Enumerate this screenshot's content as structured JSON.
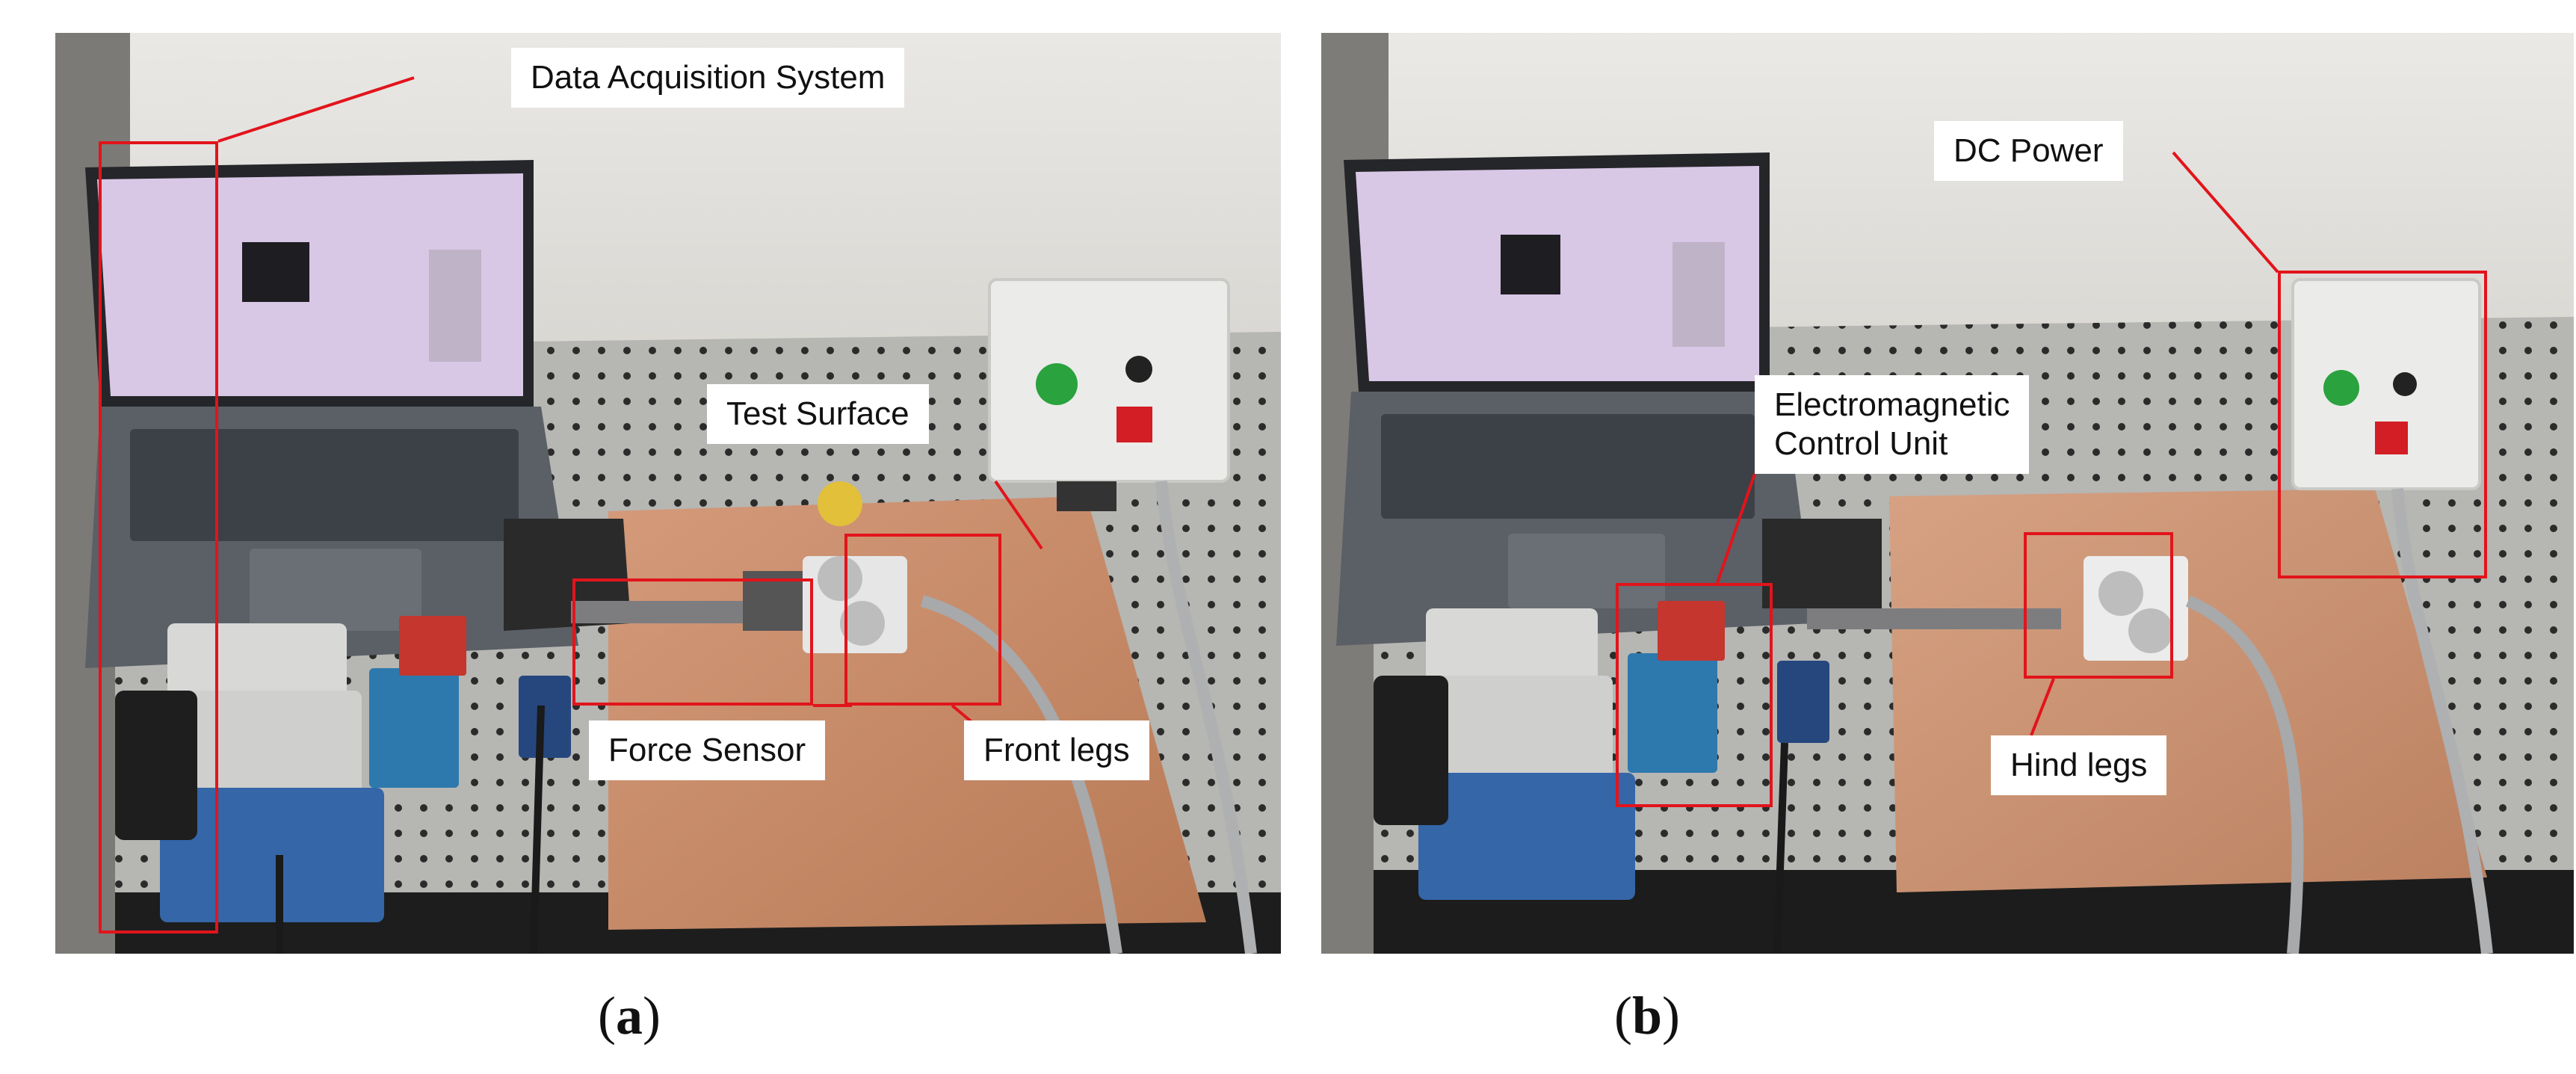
{
  "panels": [
    {
      "id": "a",
      "caption_letter": "a",
      "labels": {
        "data_acquisition": "Data Acquisition System",
        "test_surface": "Test Surface",
        "force_sensor": "Force Sensor",
        "front_legs": "Front legs"
      }
    },
    {
      "id": "b",
      "caption_letter": "b",
      "labels": {
        "dc_power": "DC Power",
        "electromagnetic_line1": "Electromagnetic",
        "electromagnetic_line2": "Control Unit",
        "hind_legs": "Hind legs"
      }
    }
  ],
  "colors": {
    "highlight": "#e2141b",
    "copper": "#c48a66",
    "breadboard": "#a9a9a7",
    "wall": "#e4e2de",
    "screen": "#d7c4e5"
  }
}
